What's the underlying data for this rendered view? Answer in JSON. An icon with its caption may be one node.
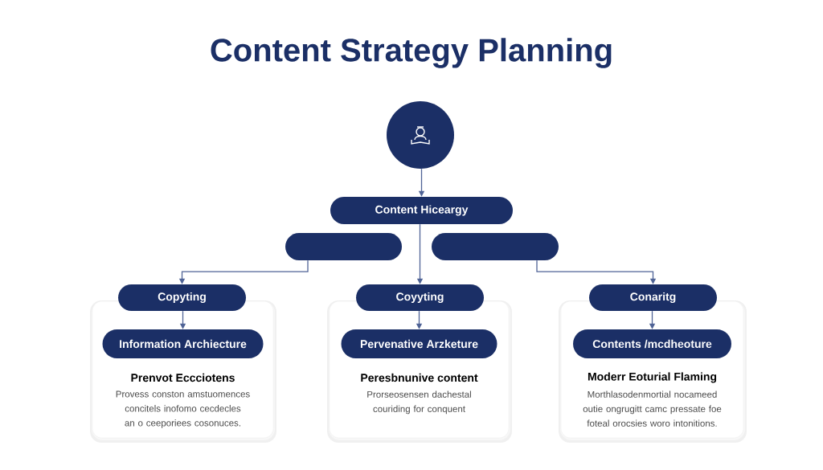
{
  "diagram": {
    "title": "Content Strategy Planning",
    "nodes": [
      {
        "text": [],
        "shape": "circle"
      },
      {
        "text": [
          "Content Hiceargy"
        ]
      },
      {
        "text": [],
        "shape": "box"
      },
      {
        "text": [],
        "shape": "box"
      },
      {
        "text": [
          "Copyting"
        ]
      },
      {
        "text": [
          "Prenvot Eccciotens",
          "Provess conston amstuomences concitels inofomo cecdecles an o ceeporiees cosonuces."
        ]
      },
      {
        "text": [
          "Information Archiecture"
        ],
        "in": 5
      },
      {
        "text": [
          "Coyyting"
        ]
      },
      {
        "text": [
          "Peresbnunive content",
          "Prorseosensen dachestal couriding for conquent"
        ]
      },
      {
        "text": [
          "Pervenative Arzketure"
        ],
        "in": 8
      },
      {
        "text": [
          "Conaritg"
        ]
      },
      {
        "text": [
          "Moderr Eoturial Flaming",
          "Morthlasodenmortial nocameed outie ongrugitt camc pressate foe foteal orocsies woro intonitions."
        ]
      },
      {
        "text": [
          "Contents /mcdheoture"
        ],
        "in": 11
      }
    ],
    "edges": [
      {
        "from": 0,
        "to": 1,
        "arrow": "to"
      },
      {
        "from": 1,
        "to": 7,
        "arrow": "to"
      },
      {
        "from": 2,
        "to": 4,
        "arrow": "to"
      },
      {
        "from": 3,
        "to": 10,
        "arrow": "to"
      },
      {
        "from": 4,
        "to": 6,
        "arrow": "to"
      },
      {
        "from": 7,
        "to": 9,
        "arrow": "to"
      },
      {
        "from": 10,
        "to": 12,
        "arrow": "to"
      }
    ]
  }
}
